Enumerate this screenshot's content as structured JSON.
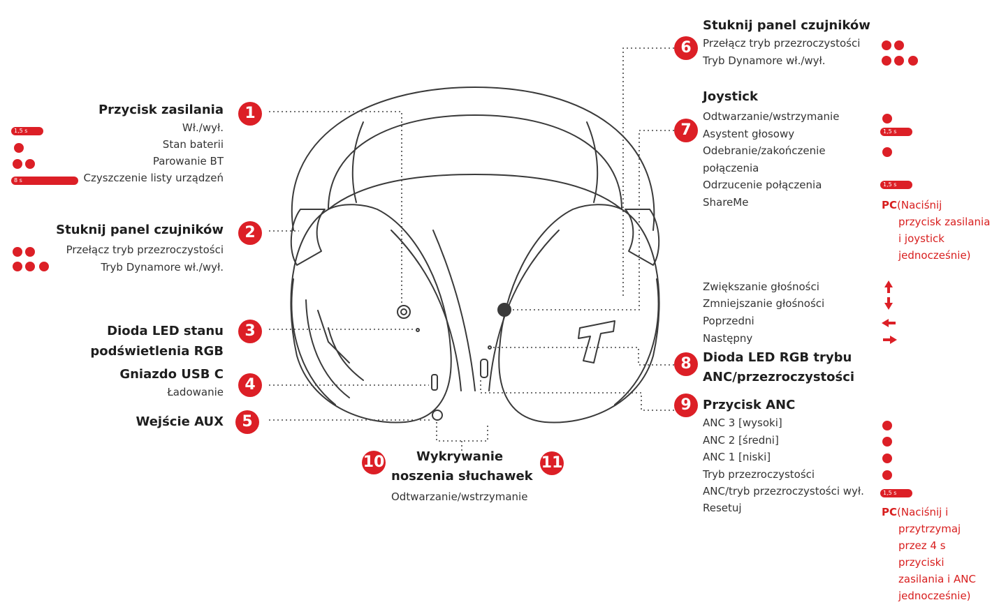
{
  "colors": {
    "accent": "#dc1f26",
    "text": "#2a2a2a",
    "line": "#444444"
  },
  "n1": {
    "num": "1",
    "title": "Przycisk zasilania",
    "l1": "Wł./wył.",
    "l2": "Stan baterii",
    "l3": "Parowanie BT",
    "l4": "Czyszczenie listy urządzeń",
    "p1": "1,5 s",
    "p4": "8 s"
  },
  "n2": {
    "num": "2",
    "title": "Stuknij panel czujników",
    "l1": "Przełącz tryb przezroczystości",
    "l2": "Tryb Dynamore wł./wył."
  },
  "n3": {
    "num": "3",
    "title1": "Dioda LED stanu",
    "title2": "podświetlenia RGB"
  },
  "n4": {
    "num": "4",
    "title": "Gniazdo USB C",
    "l1": "Ładowanie"
  },
  "n5": {
    "num": "5",
    "title": "Wejście AUX"
  },
  "n6": {
    "num": "6",
    "title": "Stuknij panel czujników",
    "l1": "Przełącz tryb przezroczystości",
    "l2": "Tryb Dynamore wł./wył."
  },
  "n7": {
    "num": "7",
    "title": "Joystick",
    "l1": "Odtwarzanie/wstrzymanie",
    "l2": "Asystent głosowy",
    "l3": "Odebranie/zakończenie",
    "l4": "połączenia",
    "l5": "Odrzucenie połączenia",
    "l6": "ShareMe",
    "p2": "1,5 s",
    "p5": "1,5 s",
    "pc": "PC",
    "pc1": "(Naciśnij",
    "pc2": "przycisk zasilania",
    "pc3": "i joystick",
    "pc4": "jednocześnie)"
  },
  "joy": {
    "l1": "Zwiększanie głośności",
    "l2": "Zmniejszanie głośności",
    "l3": "Poprzedni",
    "l4": "Następny"
  },
  "n8": {
    "num": "8",
    "title1": "Dioda LED RGB trybu",
    "title2": "ANC/przezroczystości"
  },
  "n9": {
    "num": "9",
    "title": "Przycisk ANC",
    "l1": "ANC 3 [wysoki]",
    "l2": "ANC 2 [średni]",
    "l3": "ANC 1 [niski]",
    "l4": "Tryb przezroczystości",
    "l5": "ANC/tryb przezroczystości wył.",
    "l6": "Resetuj",
    "p5": "1,5 s",
    "pc": "PC",
    "pc1": "(Naciśnij i",
    "pc2": "przytrzymaj",
    "pc3": "przez 4 s",
    "pc4": "przyciski",
    "pc5": "zasilania i ANC",
    "pc6": "jednocześnie)"
  },
  "n10": {
    "num": "10"
  },
  "n11": {
    "num": "11"
  },
  "wear": {
    "title1": "Wykrywanie",
    "title2": "noszenia słuchawek",
    "l1": "Odtwarzanie/wstrzymanie"
  }
}
